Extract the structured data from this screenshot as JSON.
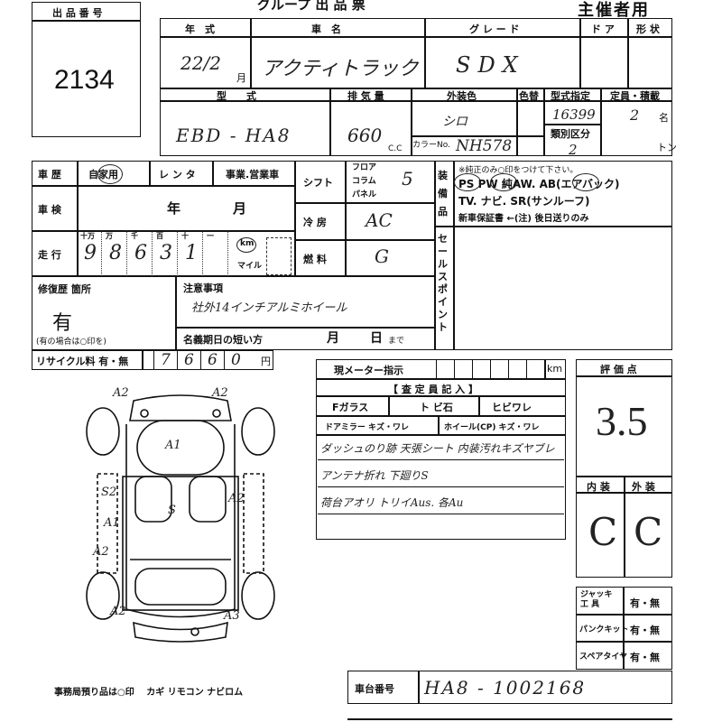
{
  "header": {
    "title_fragment": "グループ 出 品 票",
    "organizer": "主催者用"
  },
  "lot": {
    "label": "出 品 番 号",
    "number": "2134"
  },
  "top_row": {
    "year_label": "年　式",
    "name_label": "車　名",
    "grade_label": "グ レ ー ド",
    "door_label": "ド ア",
    "shape_label": "形 状",
    "year_value": "22/2",
    "year_unit": "月",
    "name_value": "アクティトラック",
    "grade_value": "SDX"
  },
  "second_row": {
    "model_label": "型　　式",
    "displacement_label": "排 気 量",
    "exterior_label": "外装色",
    "color_change_label": "色替",
    "type_designation_label": "型式指定",
    "capacity_label": "定員・積載",
    "class_label": "類別区分",
    "color_no_label": "カラーNo.",
    "model_value": "EBD - HA8",
    "displacement_value": "660",
    "cc_unit": "C.C",
    "exterior_value": "シロ",
    "color_no_value": "NH578",
    "type_designation_value": "16399",
    "class_value": "2",
    "capacity_value": "2",
    "capacity_unit": "名",
    "ton_unit": "トン"
  },
  "history": {
    "history_label": "車 歴",
    "private_label": "自家用",
    "rental_label": "レ ン タ",
    "business_label": "事業.営業車",
    "inspection_label": "車 検",
    "inspection_year": "年",
    "inspection_month": "月",
    "mileage_label": "走 行",
    "digit_labels": [
      "十万",
      "万",
      "千",
      "百",
      "十",
      "一"
    ],
    "mileage_digits": [
      "9",
      "8",
      "6",
      "3",
      "1"
    ],
    "km_label": "km",
    "mile_label": "マイル"
  },
  "spec": {
    "shift_label": "シフト",
    "shift_options": [
      "フロア",
      "コラム",
      "パネル"
    ],
    "shift_value": "5",
    "ac_label": "冷 房",
    "ac_value": "AC",
    "fuel_label": "燃 料",
    "fuel_value": "G"
  },
  "equipment": {
    "label": "装備品",
    "note": "※純正のみ○印をつけて下さい。",
    "line1": "PS PW 純AW. AB(エアバック)",
    "line2": "TV. ナビ. SR(サンルーフ)",
    "line3": "新車保証書 ←(注) 後日送りのみ",
    "sales_point_label": "セールスポイント"
  },
  "repair": {
    "label": "修復歴 箇所",
    "value": "有",
    "note": "(有の場合は○印を)",
    "caution_label": "注意事項",
    "caution_value": "社外14インチアルミホイール",
    "expiry_label": "名義期日の短い方",
    "expiry_month": "月",
    "expiry_day": "日",
    "expiry_until": "まで"
  },
  "recycle": {
    "label": "リサイクル料 有・無",
    "digits": [
      "7",
      "6",
      "6",
      "0"
    ],
    "unit": "円"
  },
  "inspection": {
    "meter_label": "現メーター指示",
    "km_unit": "km",
    "notes_label": "【 査 定 員 記 入 】",
    "fglass_label": "Fガラス",
    "fglass_opt1": "ト ビ石",
    "fglass_opt2": "ヒビワレ",
    "mirror_label": "ドアミラー キズ・ワレ",
    "wheel_label": "ホイール(CP) キズ・ワレ",
    "note1": "ダッシュのり跡 天張シート 内装汚れキズヤブレ",
    "note2": "アンテナ折れ 下廻りS",
    "note3": "荷台アオリ トリイAus. 各Au"
  },
  "score": {
    "label": "評 価 点",
    "value": "3.5",
    "interior_label": "内 装",
    "exterior_label": "外 装",
    "interior_value": "C",
    "exterior_value": "C"
  },
  "tools": {
    "jack_label": "ジャッキ 工 具",
    "puncture_label": "パンクキット",
    "spare_label": "スペアタイヤ",
    "yes_no": "有・無"
  },
  "chassis": {
    "label": "車台番号",
    "value": "HA8 - 1002168"
  },
  "footer": {
    "note": "事務局預り品は○印　 カギ リモコン ナビロム"
  },
  "diagram": {
    "marks": [
      "A2",
      "A2",
      "A1",
      "S",
      "S2",
      "A2",
      "A1",
      "A2",
      "A2",
      "A3"
    ]
  }
}
